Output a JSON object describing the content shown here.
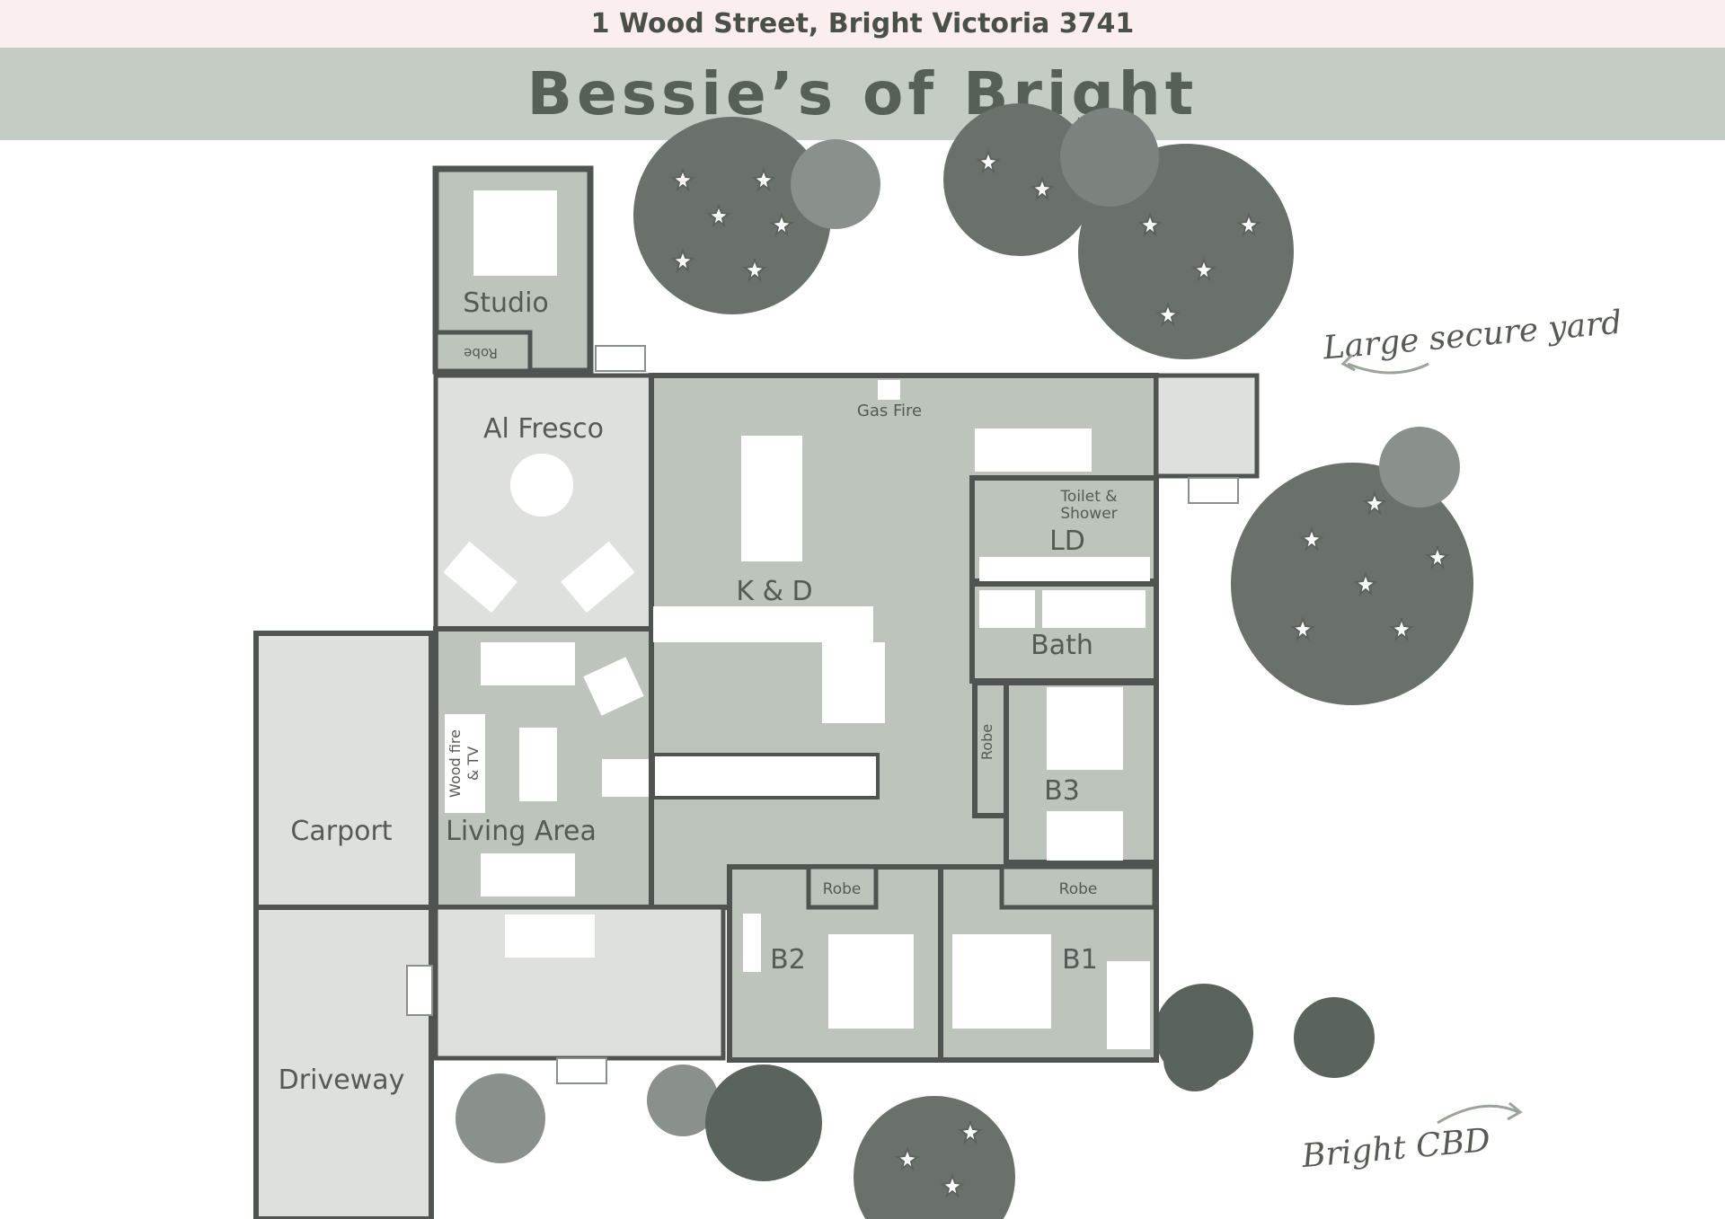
{
  "header": {
    "address": "1 Wood Street, Bright Victoria 3741",
    "title": "Bessie’s of Bright"
  },
  "rooms": {
    "studio": "Studio",
    "studio_robe": "Robe",
    "al_fresco": "Al Fresco",
    "gas_fire": "Gas Fire",
    "kitchen_dining": "K & D",
    "toilet_shower_1": "Toilet &",
    "toilet_shower_2": "Shower",
    "laundry": "LD",
    "bath": "Bath",
    "bed3_robe": "Robe",
    "bed3": "B3",
    "wood_fire_1": "Wood fire",
    "wood_fire_2": "& TV",
    "living": "Living Area",
    "carport": "Carport",
    "driveway": "Driveway",
    "bed2_robe": "Robe",
    "bed2": "B2",
    "bed1_robe": "Robe",
    "bed1": "B1"
  },
  "annotations": {
    "yard": "Large secure yard",
    "cbd": "Bright CBD"
  },
  "colors": {
    "header_bg": "#fbeeee",
    "title_bg": "#c4ccc3",
    "room_fill": "#bcc4bb",
    "light_fill": "#dde0dc",
    "wall": "#4f5450",
    "tree": "#5b635d"
  }
}
